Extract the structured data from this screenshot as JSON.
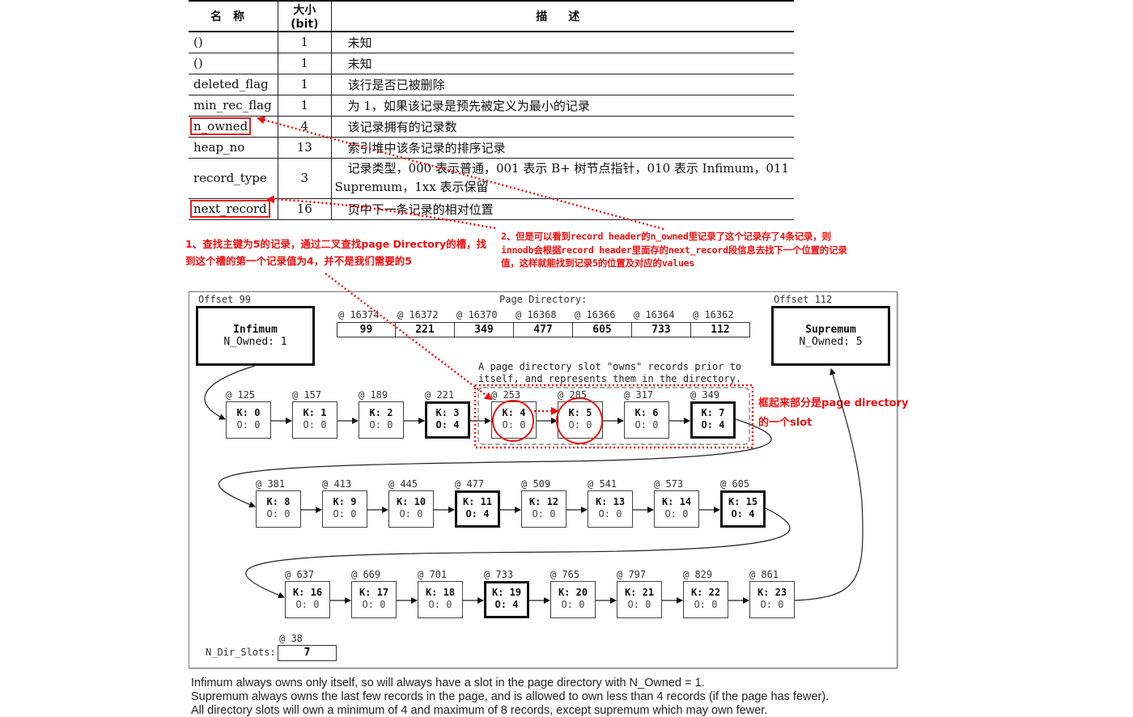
{
  "record_header_table": {
    "headers": [
      "名称",
      "大小 (bit)",
      "描述"
    ],
    "rows": [
      {
        "name": "()",
        "size": "1",
        "desc": "未知",
        "highlighted": false
      },
      {
        "name": "()",
        "size": "1",
        "desc": "未知",
        "highlighted": false
      },
      {
        "name": "deleted_flag",
        "size": "1",
        "desc": "该行是否已被删除",
        "highlighted": false
      },
      {
        "name": "min_rec_flag",
        "size": "1",
        "desc": "为 1，如果该记录是预先被定义为最小的记录",
        "highlighted": false
      },
      {
        "name": "n_owned",
        "size": "4",
        "desc": "该记录拥有的记录数",
        "highlighted": true
      },
      {
        "name": "heap_no",
        "size": "13",
        "desc": "索引堆中该条记录的排序记录",
        "highlighted": false
      },
      {
        "name": "record_type",
        "size": "3",
        "desc": "记录类型，000 表示普通，001 表示 B+ 树节点指针，010 表示 Infimum，011",
        "desc_line2": "Supremum，1xx 表示保留",
        "highlighted": false
      },
      {
        "name": "next_record",
        "size": "16",
        "desc": "页中下一条记录的相对位置",
        "highlighted": true
      }
    ]
  },
  "annotations": {
    "note1": {
      "line1": "1、查找主键为5的记录，通过二叉查找page Directory的槽，找",
      "line2": "到这个槽的第一个记录值为4，并不是我们需要的5"
    },
    "note2": {
      "line1": "2、但是可以看到record header的n_owned里记录了这个记录存了4条记录，则",
      "line2": "innodb会根据record header里面存的next_record段信息去找下一个位置的记录",
      "line3": "值，这样就能找到记录5的位置及对应的values"
    },
    "note3": {
      "line1": "框起来部分是page directory",
      "line2": "的一个slot"
    },
    "accent_color": "#ee1111"
  },
  "diagram": {
    "infimum": {
      "offset_label": "Offset 99",
      "title": "Infimum",
      "owned": "N_Owned: 1"
    },
    "supremum": {
      "offset_label": "Offset 112",
      "title": "Supremum",
      "owned": "N_Owned: 5"
    },
    "page_directory": {
      "title": "Page Directory:",
      "slots": [
        {
          "addr": "@ 16374",
          "value": "99"
        },
        {
          "addr": "@ 16372",
          "value": "221"
        },
        {
          "addr": "@ 16370",
          "value": "349"
        },
        {
          "addr": "@ 16368",
          "value": "477"
        },
        {
          "addr": "@ 16366",
          "value": "605"
        },
        {
          "addr": "@ 16364",
          "value": "733"
        },
        {
          "addr": "@ 16362",
          "value": "112"
        }
      ]
    },
    "slot_note": {
      "line1": "A page directory slot \"owns\" records prior to",
      "line2": "itself, and represents them in the directory."
    },
    "records": [
      {
        "addr": "@ 125",
        "k": "K: 0",
        "o": "O: 0"
      },
      {
        "addr": "@ 157",
        "k": "K: 1",
        "o": "O: 0"
      },
      {
        "addr": "@ 189",
        "k": "K: 2",
        "o": "O: 0"
      },
      {
        "addr": "@ 221",
        "k": "K: 3",
        "o": "O: 4"
      },
      {
        "addr": "@ 253",
        "k": "K: 4",
        "o": "O: 0"
      },
      {
        "addr": "@ 285",
        "k": "K: 5",
        "o": "O: 0"
      },
      {
        "addr": "@ 317",
        "k": "K: 6",
        "o": "O: 0"
      },
      {
        "addr": "@ 349",
        "k": "K: 7",
        "o": "O: 4"
      },
      {
        "addr": "@ 381",
        "k": "K: 8",
        "o": "O: 0"
      },
      {
        "addr": "@ 413",
        "k": "K: 9",
        "o": "O: 0"
      },
      {
        "addr": "@ 445",
        "k": "K: 10",
        "o": "O: 0"
      },
      {
        "addr": "@ 477",
        "k": "K: 11",
        "o": "O: 4"
      },
      {
        "addr": "@ 509",
        "k": "K: 12",
        "o": "O: 0"
      },
      {
        "addr": "@ 541",
        "k": "K: 13",
        "o": "O: 0"
      },
      {
        "addr": "@ 573",
        "k": "K: 14",
        "o": "O: 0"
      },
      {
        "addr": "@ 605",
        "k": "K: 15",
        "o": "O: 4"
      },
      {
        "addr": "@ 637",
        "k": "K: 16",
        "o": "O: 0"
      },
      {
        "addr": "@ 669",
        "k": "K: 17",
        "o": "O: 0"
      },
      {
        "addr": "@ 701",
        "k": "K: 18",
        "o": "O: 0"
      },
      {
        "addr": "@ 733",
        "k": "K: 19",
        "o": "O: 4"
      },
      {
        "addr": "@ 765",
        "k": "K: 20",
        "o": "O: 0"
      },
      {
        "addr": "@ 797",
        "k": "K: 21",
        "o": "O: 0"
      },
      {
        "addr": "@ 829",
        "k": "K: 22",
        "o": "O: 0"
      },
      {
        "addr": "@ 861",
        "k": "K: 23",
        "o": "O: 0"
      }
    ],
    "n_dir_slots": {
      "addr": "@ 38",
      "label": "N_Dir_Slots:",
      "value": "7"
    }
  },
  "caption": {
    "line1": "Infimum always owns only itself, so will always have a slot in the page directory with N_Owned = 1.",
    "line2": "Supremum always owns the last few records in the page, and is allowed to own less than 4 records (if the page has fewer).",
    "line3": "All directory slots will own a minimum of 4 and maximum of 8 records, except supremum which may own fewer."
  }
}
